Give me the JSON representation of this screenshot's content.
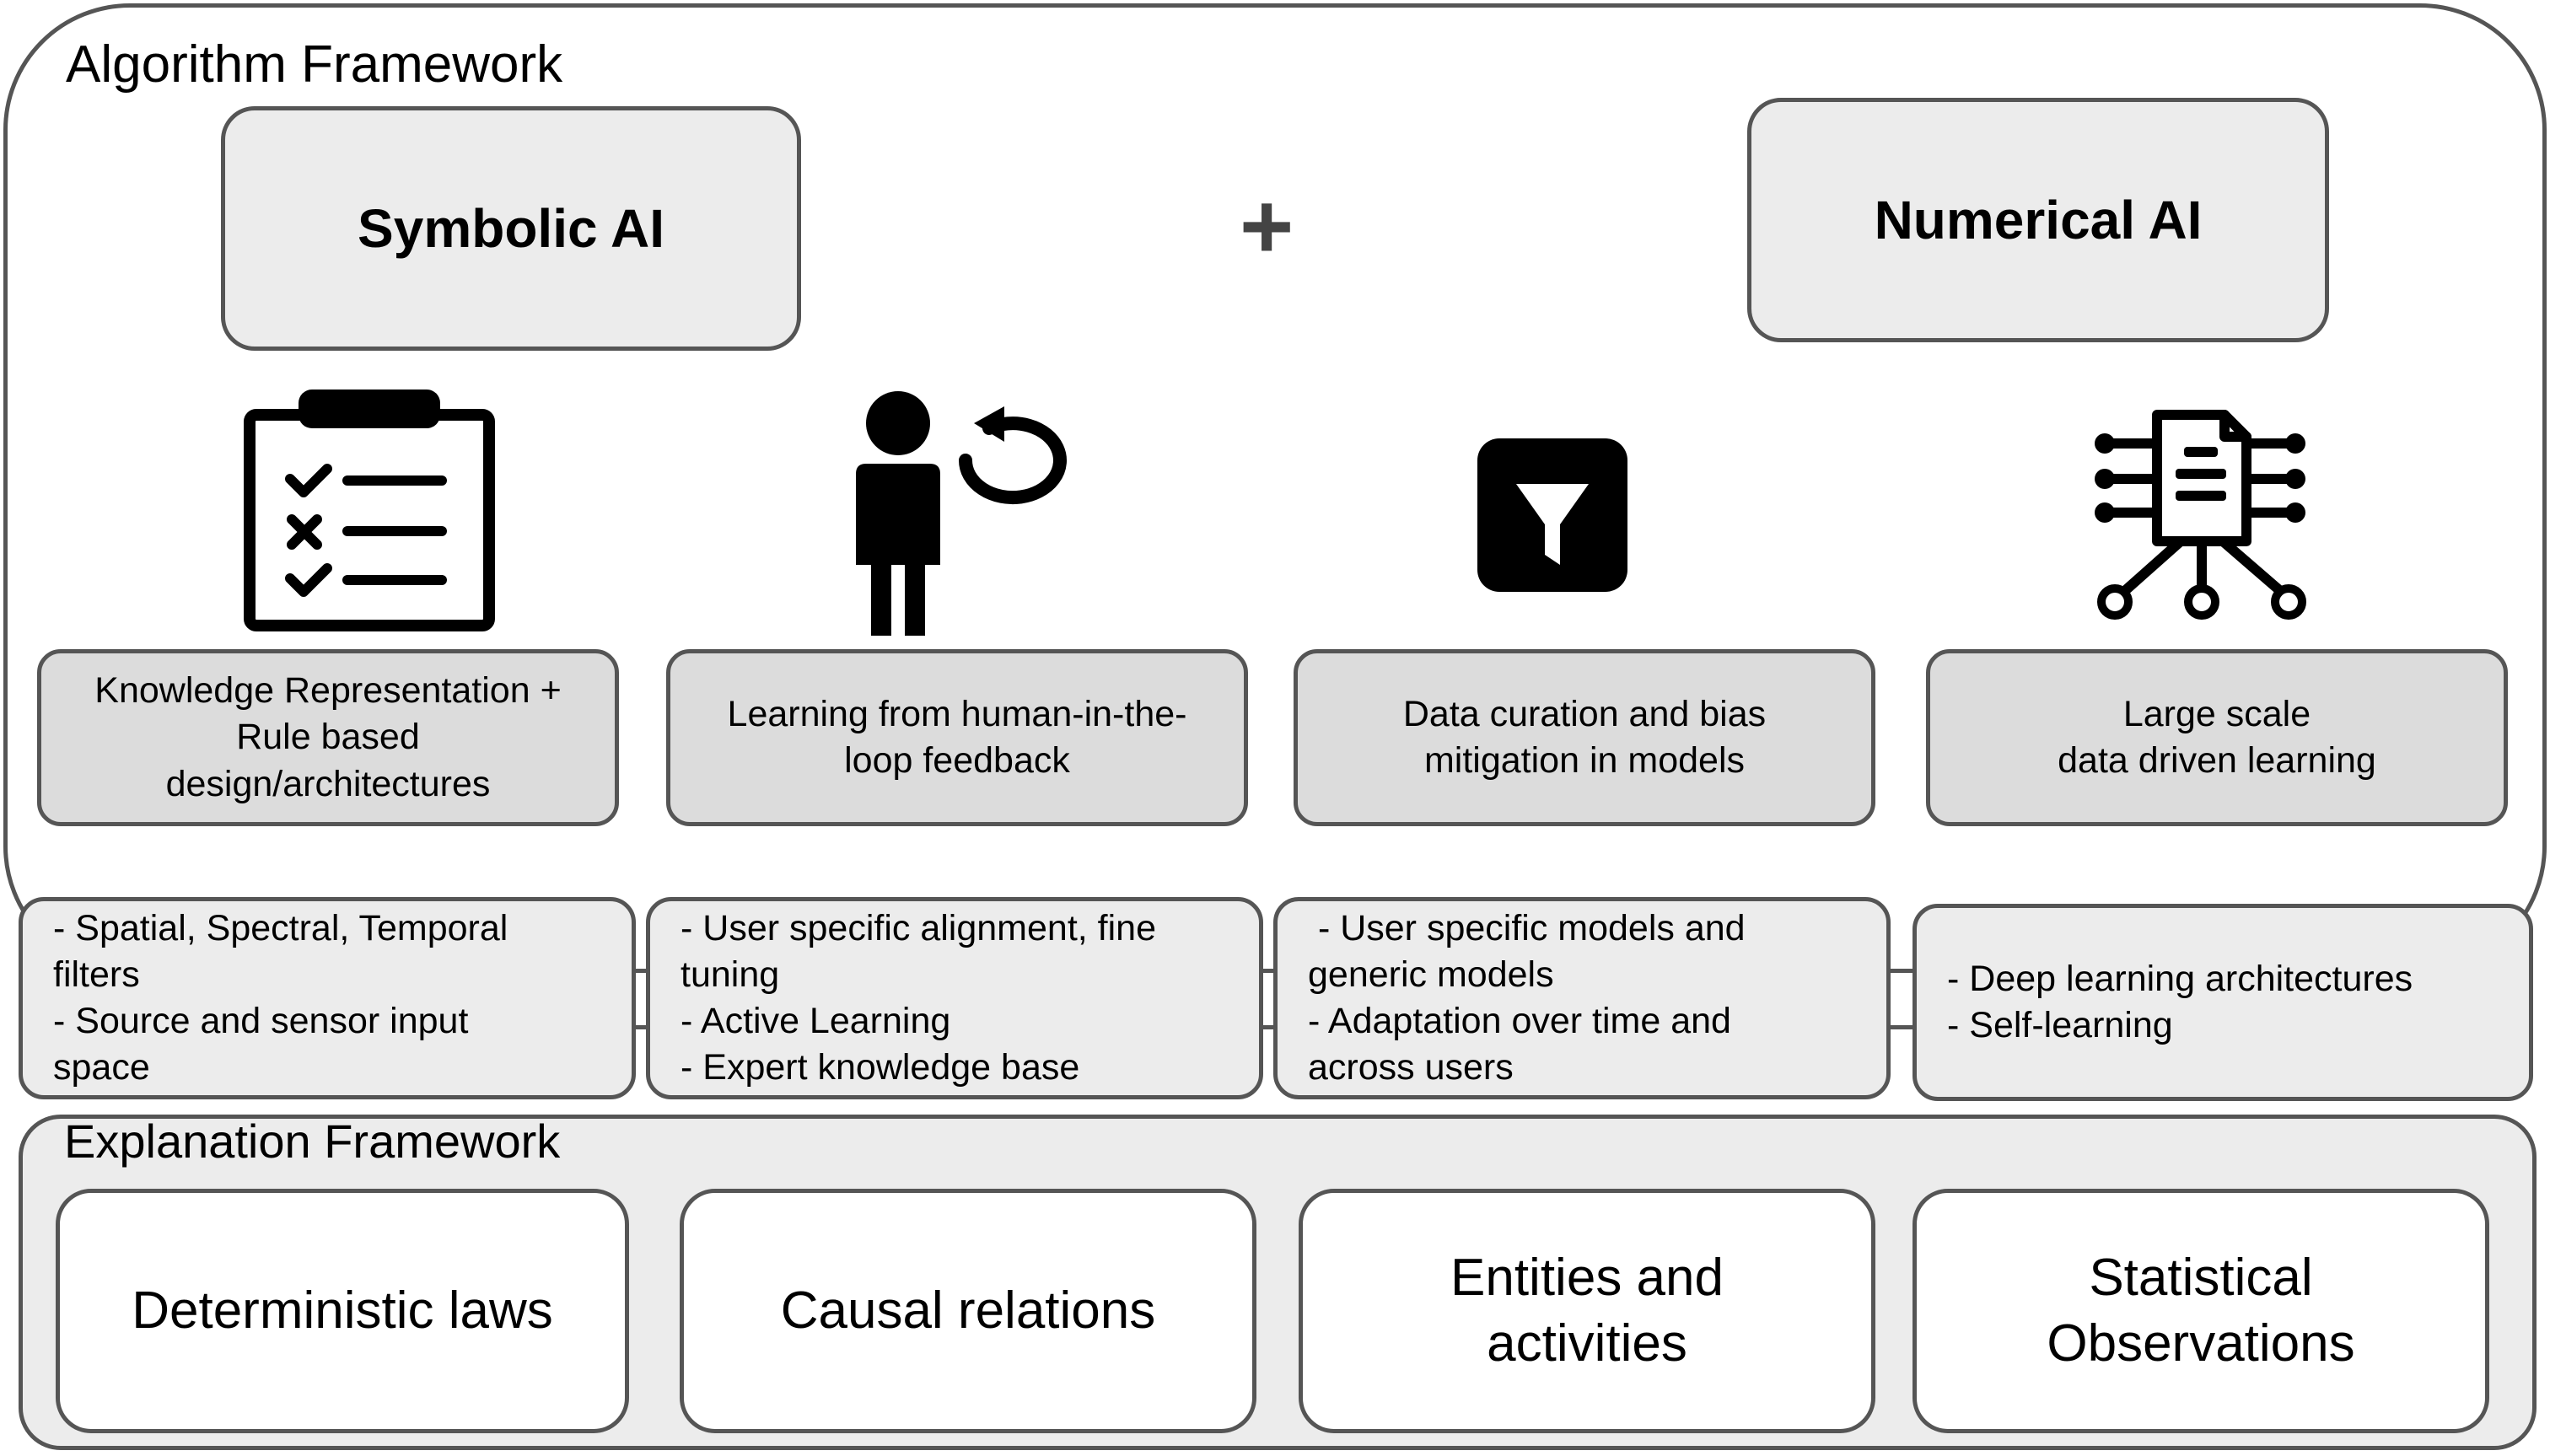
{
  "algorithm_framework": {
    "title": "Algorithm Framework",
    "symbolic_label": "Symbolic AI",
    "plus_label": "+",
    "numerical_label": "Numerical AI",
    "icons": [
      "checklist-icon",
      "human-feedback-icon",
      "filter-icon",
      "data-network-icon"
    ],
    "concepts": [
      [
        "Knowledge Representation +",
        "Rule based",
        "design/architectures"
      ],
      [
        "Learning from human-in-the-",
        "loop feedback"
      ],
      [
        "Data curation and bias",
        "mitigation in models"
      ],
      [
        "Large scale",
        "data driven learning"
      ]
    ],
    "details": [
      [
        "- Spatial, Spectral, Temporal",
        "filters",
        "- Source and sensor input",
        "space"
      ],
      [
        "- User specific alignment, fine",
        "tuning",
        "- Active Learning",
        "- Expert knowledge base"
      ],
      [
        " - User specific models and",
        "generic models",
        "- Adaptation over time and",
        "across users"
      ],
      [
        "- Deep learning architectures",
        "- Self-learning"
      ]
    ]
  },
  "explanation_framework": {
    "title": "Explanation Framework",
    "boxes": [
      [
        "Deterministic laws"
      ],
      [
        "Causal relations"
      ],
      [
        "Entities and",
        "activities"
      ],
      [
        "Statistical",
        "Observations"
      ]
    ]
  },
  "colors": {
    "border": "#555555",
    "light_fill": "#ececec",
    "concept_fill": "#dcdcdc",
    "icon": "#000000"
  }
}
